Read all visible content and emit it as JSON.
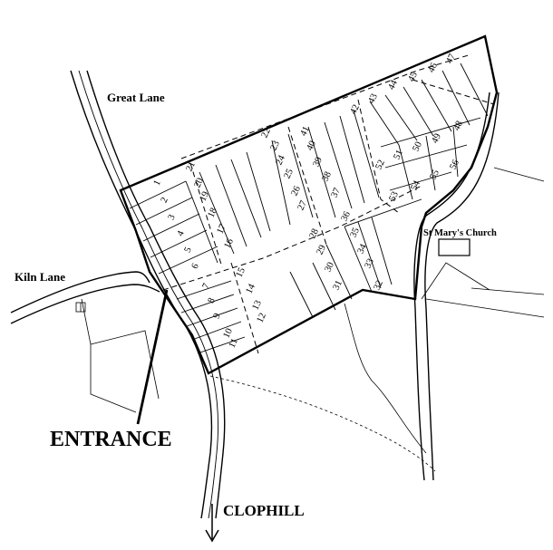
{
  "map": {
    "road_labels": {
      "great_lane": "Great Lane",
      "kiln_lane": "Kiln Lane",
      "clophill": "CLOPHILL"
    },
    "entrance_label": "ENTRANCE",
    "church_label": "St Mary's Church",
    "plot_numbers": [
      "1",
      "2",
      "3",
      "4",
      "5",
      "6",
      "7",
      "8",
      "9",
      "10",
      "11",
      "12",
      "13",
      "14",
      "15",
      "16",
      "17",
      "18",
      "19",
      "20",
      "21",
      "22",
      "23",
      "24",
      "25",
      "26",
      "27",
      "28",
      "29",
      "30",
      "31",
      "32",
      "33",
      "34",
      "35",
      "36",
      "37",
      "38",
      "39",
      "40",
      "41",
      "42",
      "43",
      "44",
      "45",
      "46",
      "47",
      "48",
      "49",
      "50",
      "51",
      "52",
      "53",
      "54",
      "55",
      "56"
    ]
  }
}
